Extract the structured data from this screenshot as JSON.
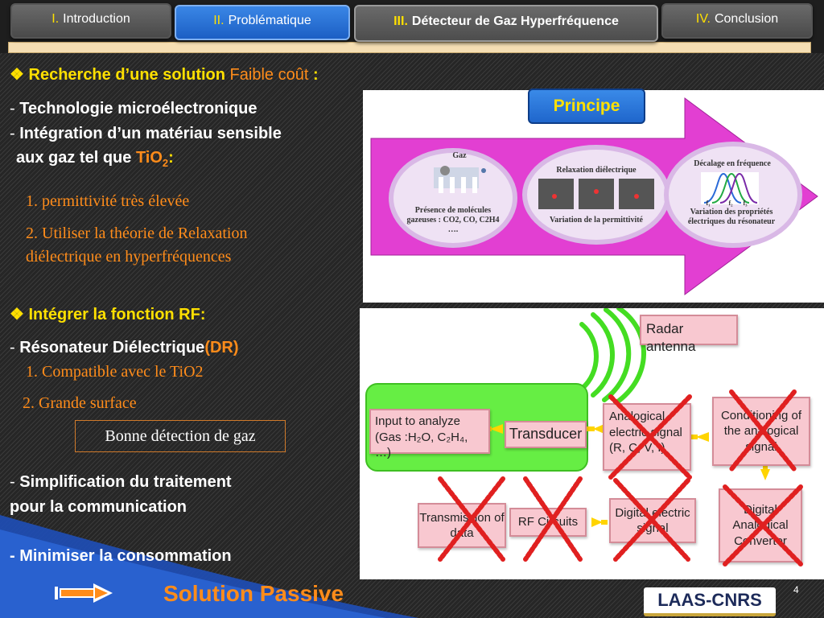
{
  "nav": {
    "tabs": [
      {
        "num": "I.",
        "label": "Introduction"
      },
      {
        "num": "II.",
        "label": "Problématique"
      },
      {
        "num": "III.",
        "label": "Détecteur de Gaz Hyperfréquence"
      },
      {
        "num": "IV.",
        "label": "Conclusion"
      }
    ]
  },
  "section1": {
    "bullet": "❖",
    "heading": "Recherche d’une solution",
    "heading_accent": "Faible coût",
    "heading_colon": ":",
    "dash": "-",
    "item1": "Technologie microélectronique",
    "item2a": "Intégration d’un matériau sensible",
    "item2b": "aux gaz  tel que",
    "item2_formula_base": "TiO",
    "item2_formula_sub": "2",
    "item2_colon": ":",
    "sub1": "1. permittivité  très élevée",
    "sub2a": "2. Utiliser la théorie de Relaxation",
    "sub2b": "diélectrique en hyperfréquences"
  },
  "section2": {
    "bullet": "❖",
    "heading": "Intégrer la fonction RF:",
    "dash": "-",
    "item1": "Résonateur Diélectrique",
    "item1_accent": "(DR)",
    "sub1": "1. Compatible avec le TiO2",
    "sub2": "2. Grande surface",
    "boxed": "Bonne détection de gaz",
    "item2a": "Simplification du traitement",
    "item2b": "pour la communication",
    "item3": "- Minimiser la consommation"
  },
  "principe": {
    "button": "Principe",
    "gaz_title": "Gaz",
    "gaz_text": "Présence de molécules gazeuses : CO2, CO, C2H4 ….",
    "relax_title": "Relaxation diélectrique",
    "relax_text": "Variation de la permittivité",
    "decal_title": "Décalage en fréquence",
    "decal_f1": "f₁",
    "decal_f2": "f₂",
    "decal_f3": "f₃",
    "decal_text": "Variation des propriétés électriques du résonateur"
  },
  "rf": {
    "antenna": "Radar antenna",
    "input": "Input to analyze (Gas :H₂O, C₂H₄, …)",
    "transducer": "Transducer",
    "analogical": "Analogical electric signal (R, C, V, I)",
    "conditioning": "Conditioning of the analogical signal",
    "converter": "Digital Analogical Converter",
    "digital": "Digital electric signal",
    "rf_circuits": "RF Circuits",
    "transmission": "Transmission of data"
  },
  "footer": {
    "solution": "Solution Passive",
    "page": "4",
    "logo": "LAAS-CNRS"
  },
  "colors": {
    "accent": "#ff8c1a",
    "highlight": "#ffe000",
    "tab_blue": "#1c5fc4",
    "cross_red": "#e02020",
    "green_box": "#66ee44"
  }
}
